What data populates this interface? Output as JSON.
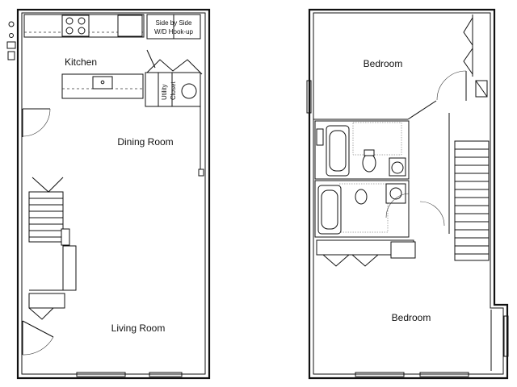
{
  "plan": {
    "first_floor": {
      "kitchen_label": "Kitchen",
      "dining_label": "Dining Room",
      "living_label": "Living Room",
      "washer_dryer_line1": "Side by Side",
      "washer_dryer_line2": "W/D Hook-up",
      "utility_label": "Utility",
      "closet_label": "Closet"
    },
    "second_floor": {
      "bedroom_top_label": "Bedroom",
      "bedroom_bottom_label": "Bedroom"
    }
  }
}
